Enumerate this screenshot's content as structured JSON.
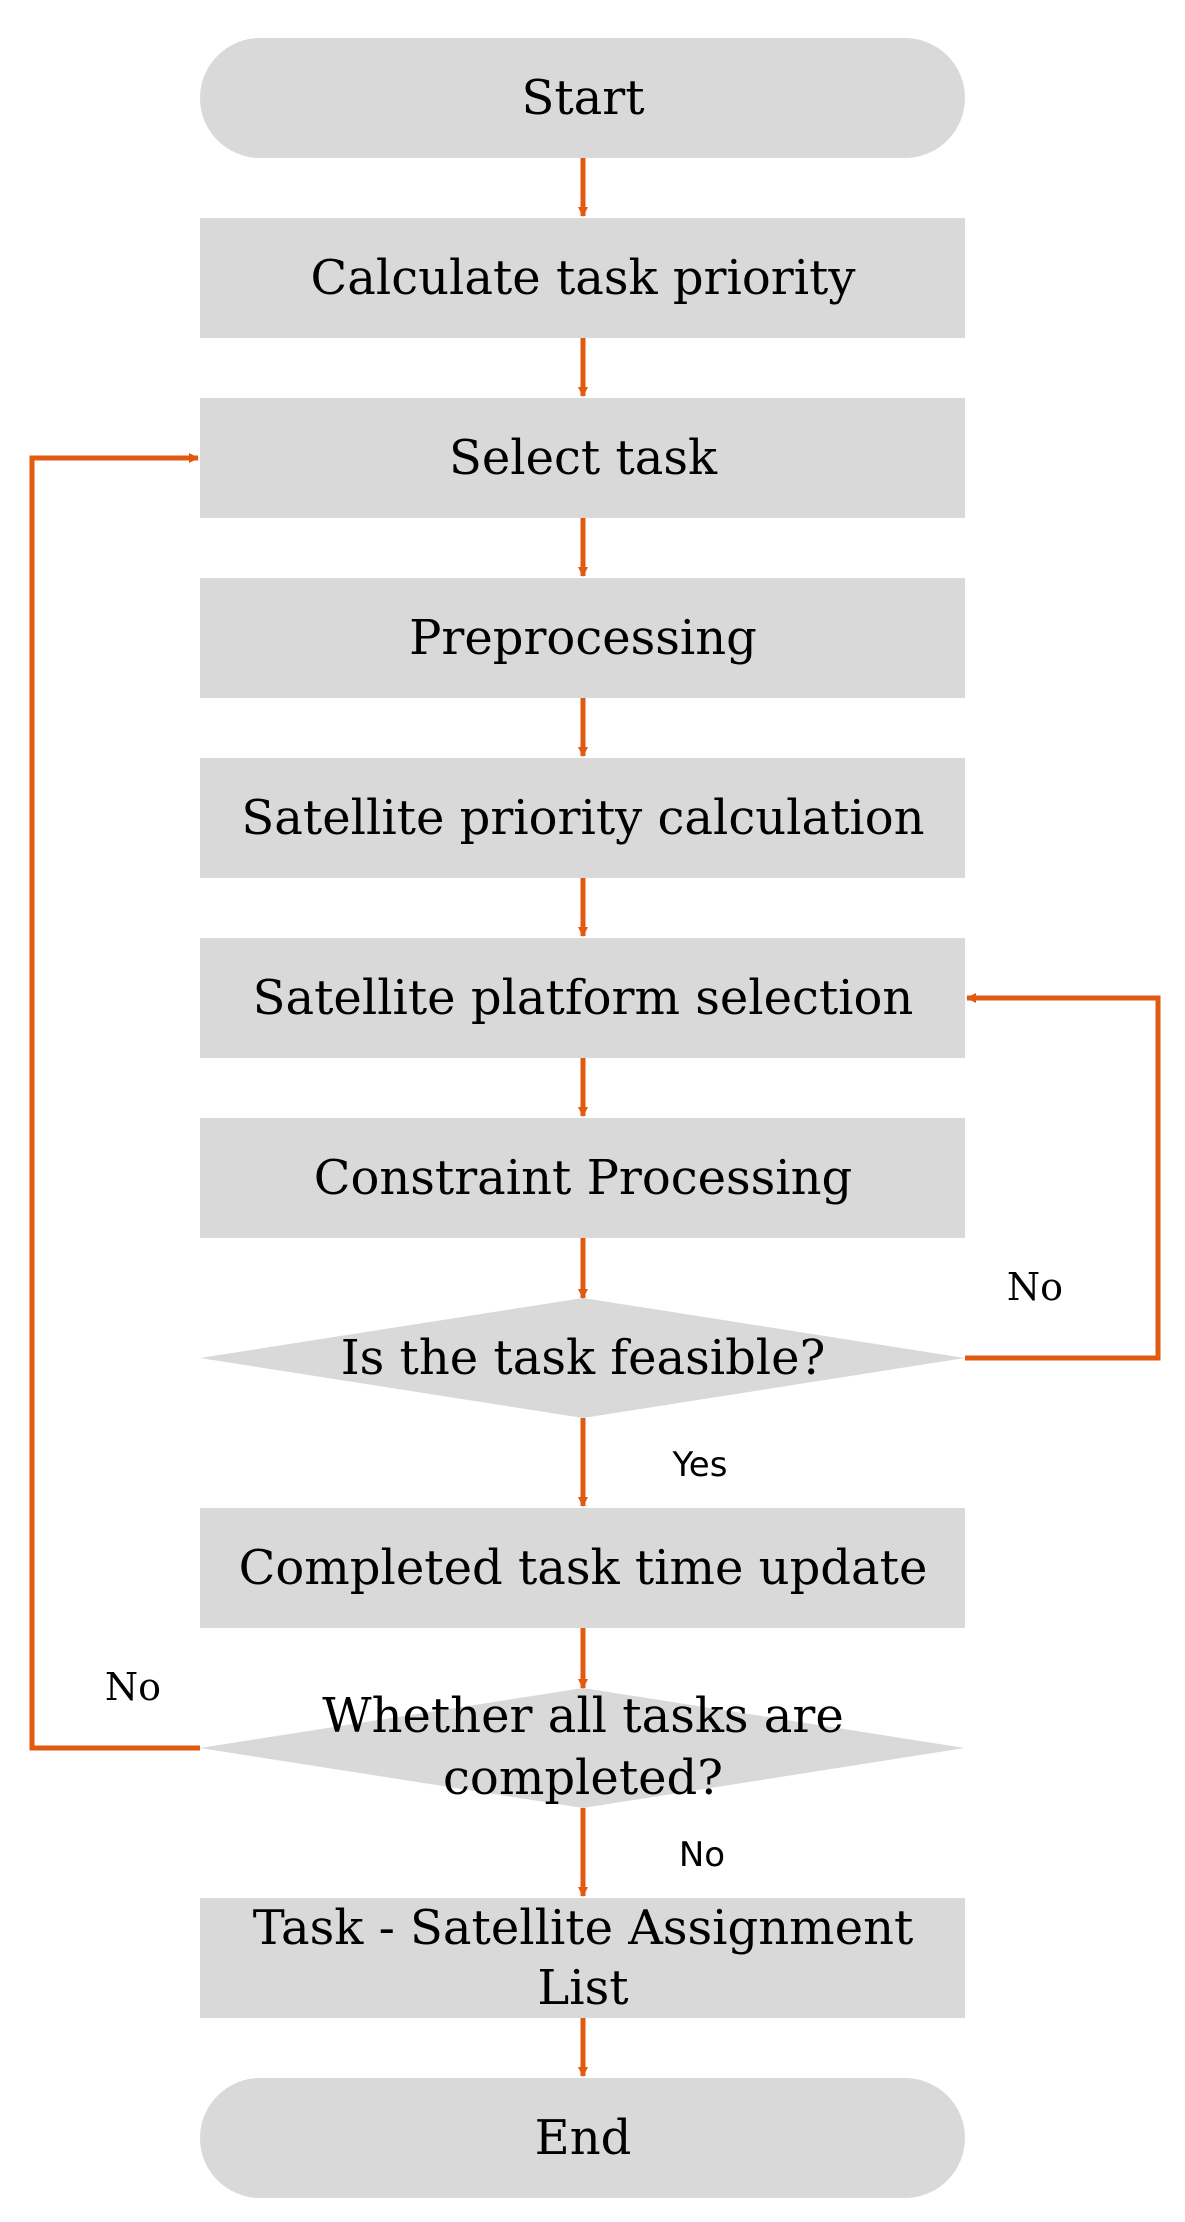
{
  "colors": {
    "node_fill": "#d9d9d9",
    "connector": "#e05a10",
    "text": "#000000"
  },
  "nodes": {
    "start": "Start",
    "calc_task_priority": "Calculate task priority",
    "select_task": "Select task",
    "preprocessing": "Preprocessing",
    "satellite_priority": "Satellite priority calculation",
    "platform_selection": "Satellite platform selection",
    "constraint_processing": "Constraint Processing",
    "task_feasible": "Is the task feasible?",
    "time_update": "Completed task time update",
    "all_completed_line1": "Whether all tasks are",
    "all_completed_line2": "completed?",
    "assignment_line1": "Task - Satellite Assignment",
    "assignment_line2": "List",
    "end": "End"
  },
  "edge_labels": {
    "feasible_no": "No",
    "feasible_yes": "Yes",
    "completed_no_loop": "No",
    "completed_no_down": "No"
  }
}
